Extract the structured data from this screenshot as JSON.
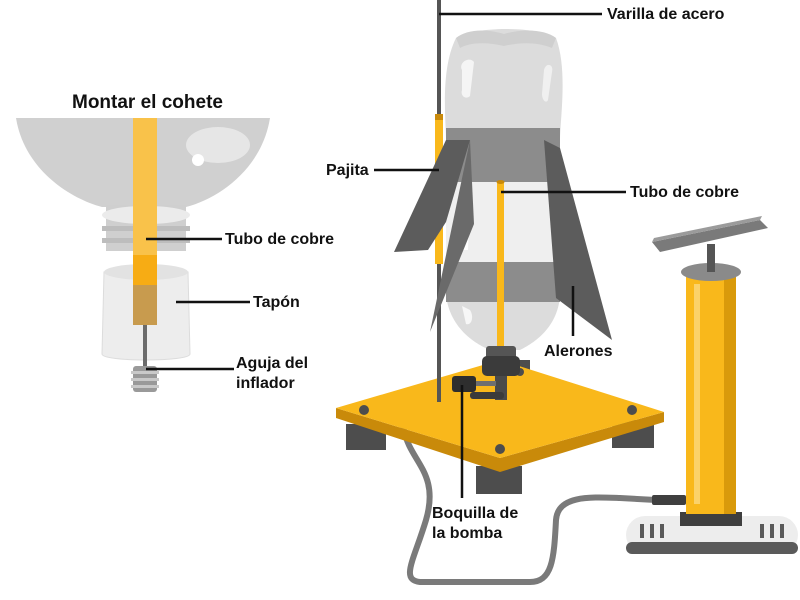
{
  "title": "Montar el cohete",
  "labels": {
    "tubo_cobre_detalle": "Tubo de cobre",
    "tapon": "Tapón",
    "aguja_line1": "Aguja del",
    "aguja_line2": "inflador",
    "varilla": "Varilla de acero",
    "pajita": "Pajita",
    "tubo_cobre_cohete": "Tubo de cobre",
    "alerones": "Alerones",
    "boquilla_line1": "Boquilla de",
    "boquilla_line2": "la bomba"
  },
  "colors": {
    "yellow": "#f9b81b",
    "bottle": "#d9d9d9",
    "band": "#8c8c8c",
    "fin": "#5c5c5c",
    "base": "#f9b81b",
    "foot": "#4d4d4d",
    "hose": "#7a7a7a"
  }
}
